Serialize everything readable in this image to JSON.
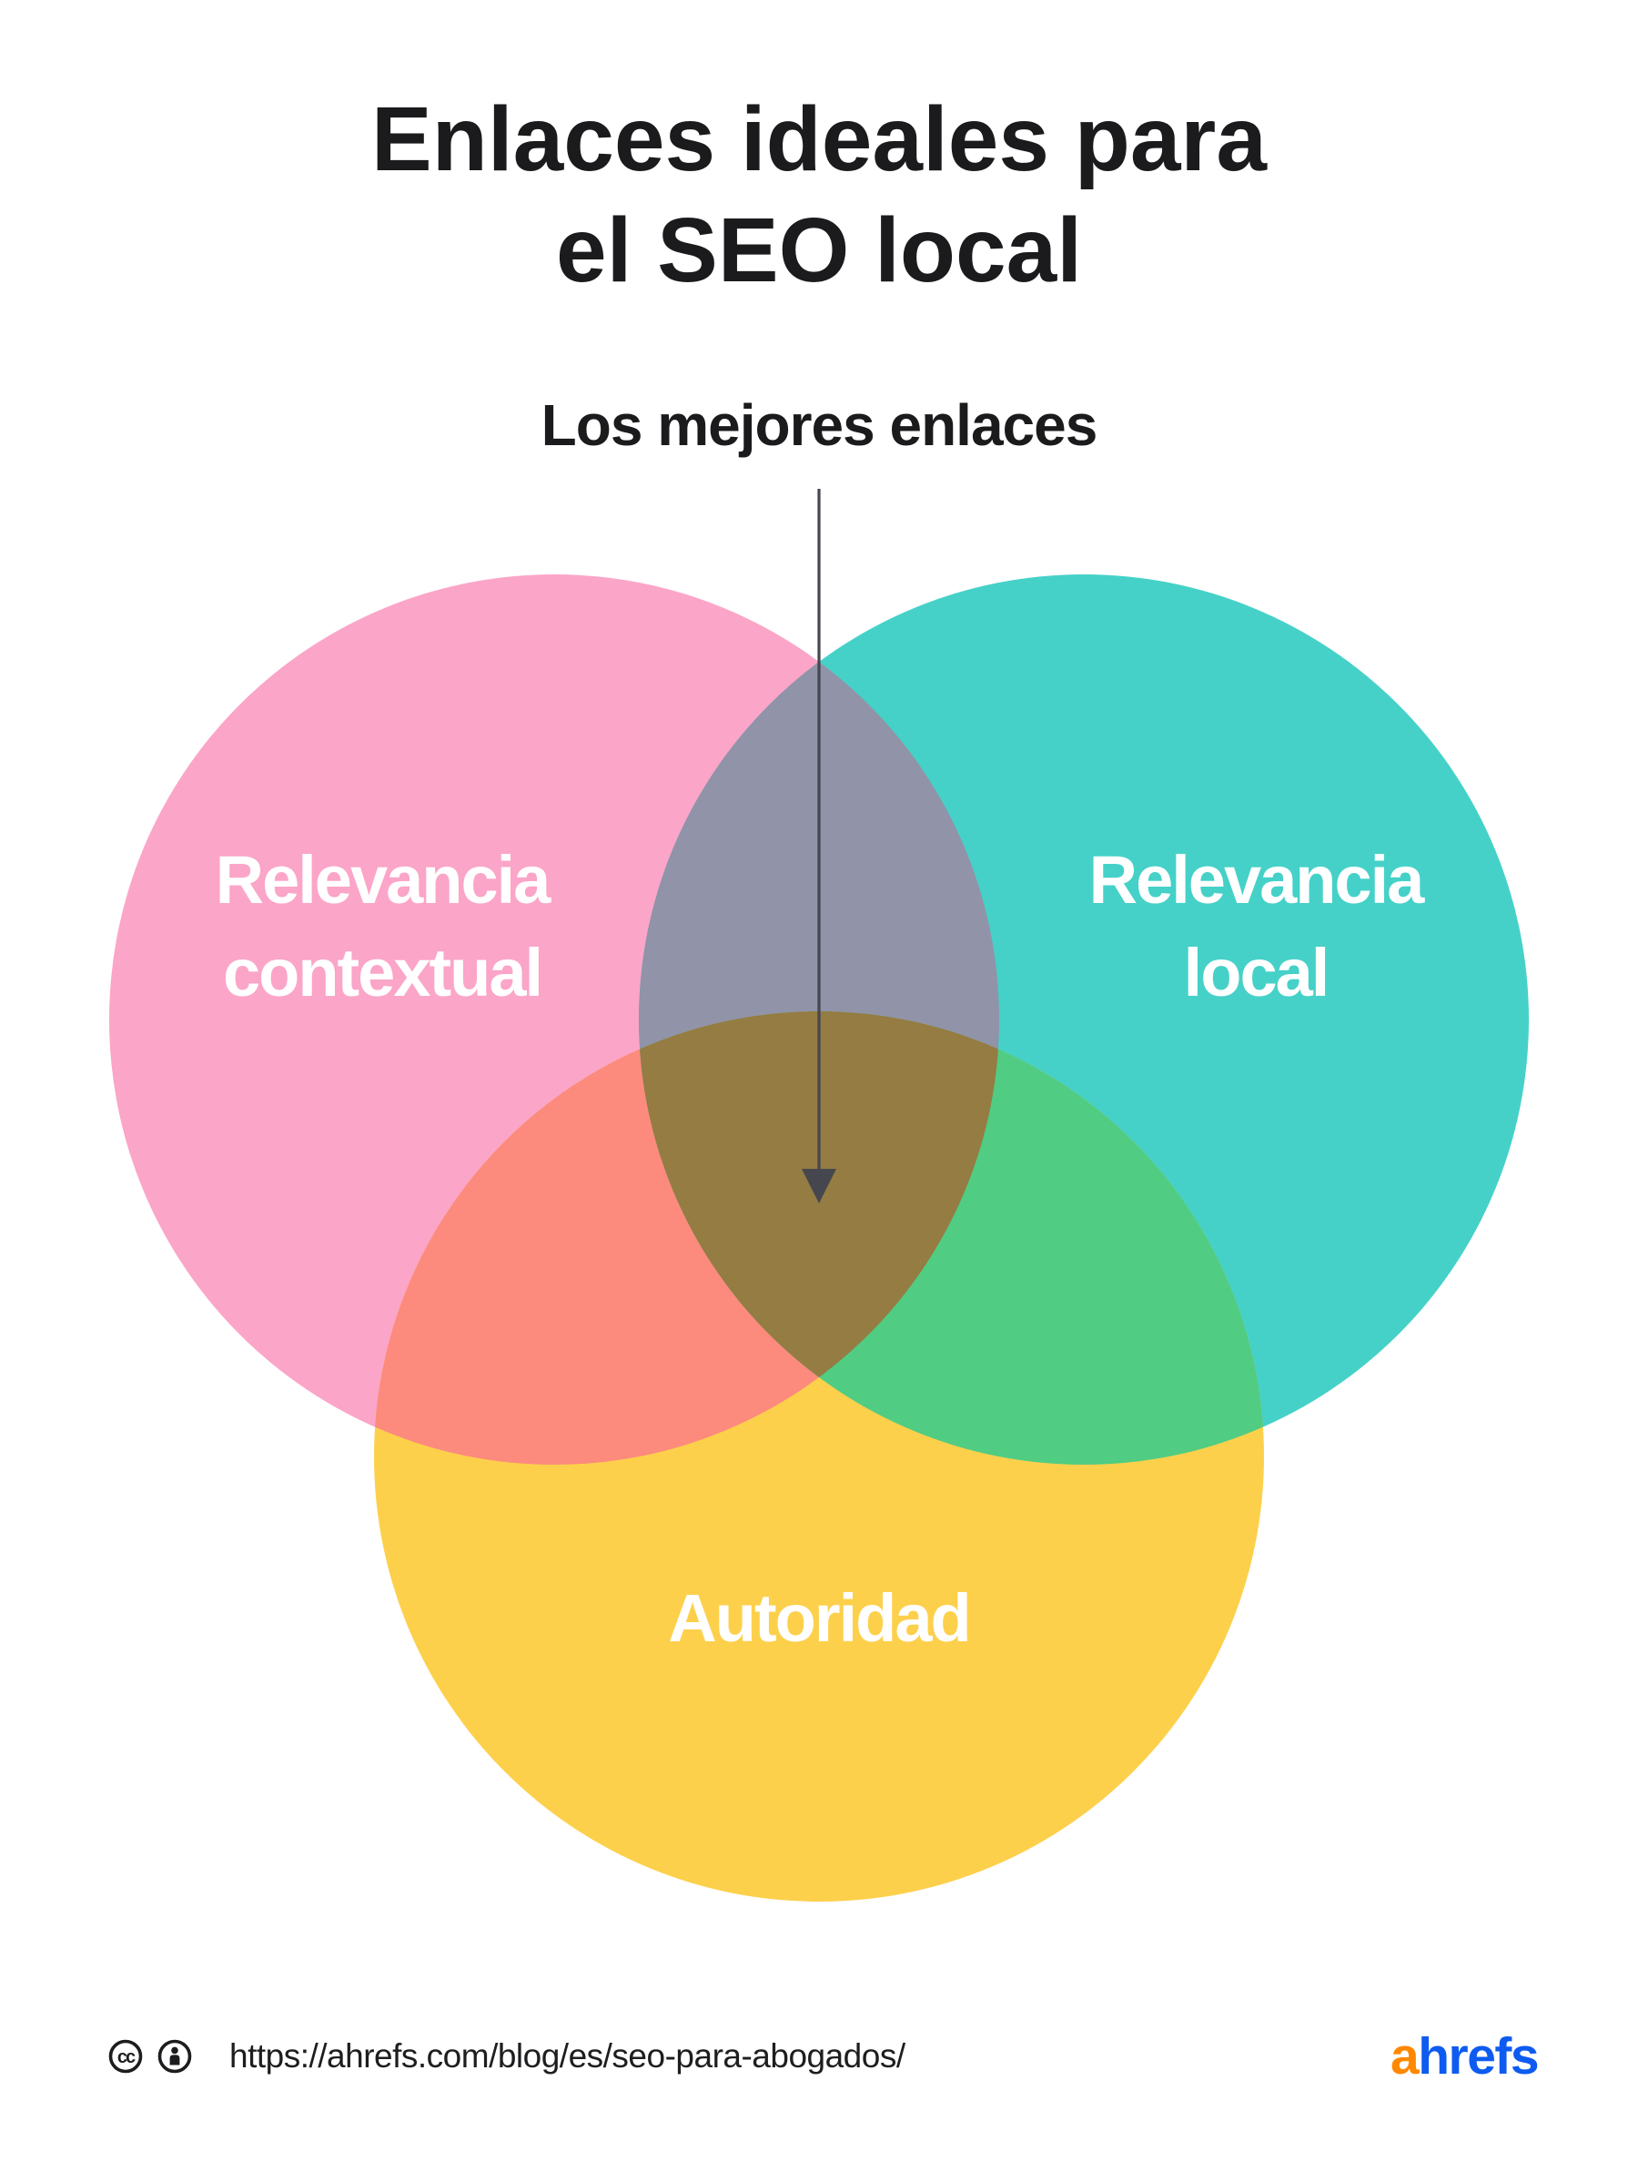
{
  "title": {
    "line1": "Enlaces ideales para",
    "line2": "el SEO local"
  },
  "pointer": {
    "label": "Los mejores enlaces"
  },
  "venn": {
    "colors": {
      "contextual": "#FBA5C8",
      "local": "#45D1C8",
      "autoridad": "#FDD04C",
      "overlap_contextual_local": "#9193A8",
      "overlap_contextual_autoridad": "#FC8A7D",
      "overlap_local_autoridad": "#50CC83",
      "overlap_center": "#947C42",
      "arrow": "#46474E"
    },
    "labels": {
      "contextual": {
        "line1": "Relevancia",
        "line2": "contextual"
      },
      "local": {
        "line1": "Relevancia",
        "line2": "local"
      },
      "autoridad": {
        "line1": "Autoridad"
      }
    }
  },
  "footer": {
    "icons": [
      "cc-icon",
      "attribution-icon"
    ],
    "cc_glyph": "cc",
    "url": "https://ahrefs.com/blog/es/seo-para-abogados/",
    "brand": {
      "prefix": "a",
      "suffix": "hrefs",
      "prefix_color": "#FF8800",
      "suffix_color": "#0E5BF0"
    }
  }
}
